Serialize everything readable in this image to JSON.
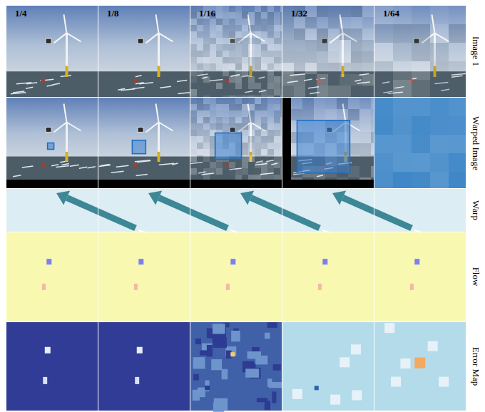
{
  "diagram": {
    "labels": [
      "1/4",
      "1/8",
      "1/16",
      "1/32",
      "1/64",
      "Image 1",
      "Warped Image",
      "Warp",
      "Flow",
      "Error Map"
    ]
  }
}
